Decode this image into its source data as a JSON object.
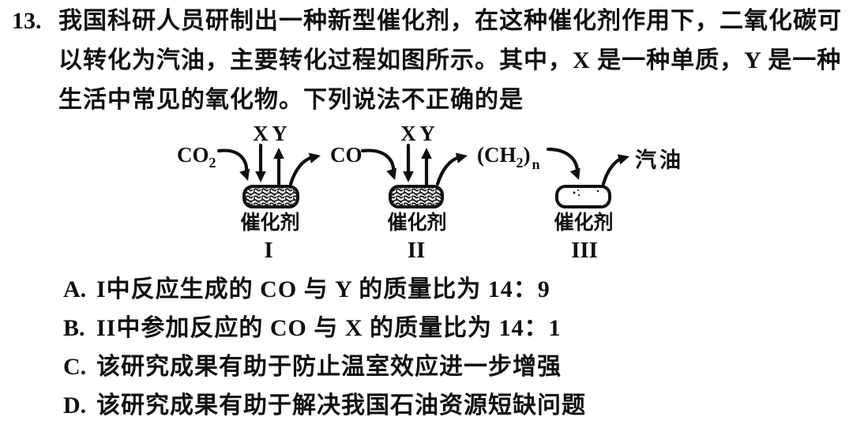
{
  "question": {
    "number": "13.",
    "lines": [
      "我国科研人员研制出一种新型催化剂，在这种催化剂作用下，二氧化碳可",
      "以转化为汽油，主要转化过程如图所示。其中，X 是一种单质，Y 是一种",
      "生活中常见的氧化物。下列说法不正确的是"
    ]
  },
  "diagram": {
    "co2": {
      "base": "CO",
      "sub": "2"
    },
    "co": "CO",
    "ch2n": {
      "p1": "(CH",
      "s1": "2",
      "p2": ")",
      "s2": "n"
    },
    "gasoline": "汽油",
    "x_label": "X",
    "y_label": "Y",
    "catalyst": "催化剂",
    "numerals": [
      "I",
      "II",
      "III"
    ]
  },
  "options": [
    {
      "letter": "A.",
      "text": "I中反应生成的 CO 与 Y 的质量比为 14：9"
    },
    {
      "letter": "B.",
      "text": "II中参加反应的 CO 与 X 的质量比为 14：1"
    },
    {
      "letter": "C.",
      "text": "该研究成果有助于防止温室效应进一步增强"
    },
    {
      "letter": "D.",
      "text": "该研究成果有助于解决我国石油资源短缺问题"
    }
  ],
  "colors": {
    "ink": "#101010",
    "paper": "#ffffff"
  }
}
